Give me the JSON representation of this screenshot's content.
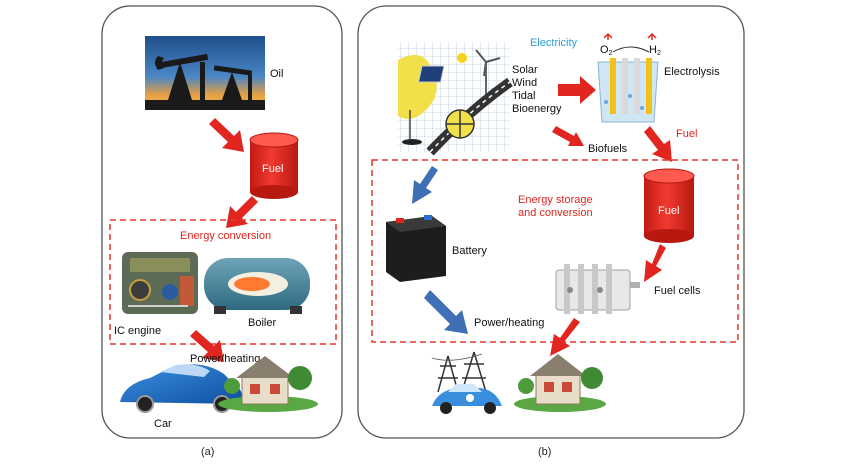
{
  "panel_a": {
    "caption": "(a)",
    "oil_label": "Oil",
    "fuel_label": "Fuel",
    "energy_conversion_label": "Energy conversion",
    "ic_engine_label": "IC engine",
    "boiler_label": "Boiler",
    "power_heating_label": "Power/heating",
    "car_label": "Car"
  },
  "panel_b": {
    "caption": "(b)",
    "electricity_label": "Electricity",
    "sources": [
      "Solar",
      "Wind",
      "Tidal",
      "Bioenergy"
    ],
    "electrolysis_label": "Electrolysis",
    "o2_label": "O",
    "o2_sub": "2",
    "h2_label": "H",
    "h2_sub": "2",
    "fuel_arrow_label": "Fuel",
    "biofuels_label": "Biofuels",
    "storage_label_line1": "Energy storage",
    "storage_label_line2": "and conversion",
    "fuel_label": "Fuel",
    "battery_label": "Battery",
    "fuel_cells_label": "Fuel cells",
    "power_heating_label": "Power/heating"
  },
  "colors": {
    "arrow_red": "#e0261e",
    "arrow_blue": "#3f6fb5",
    "cylinder_red": "#e42a22",
    "dashed_red": "#e8372e",
    "electricity_blue": "#2a9fd8",
    "panel_border": "#555555"
  }
}
